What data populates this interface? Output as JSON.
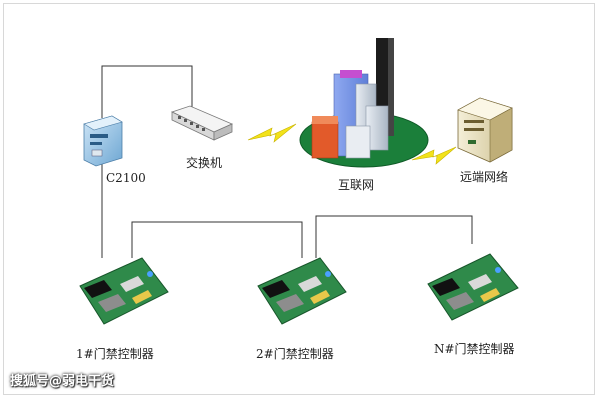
{
  "labels": {
    "converter": "C2100",
    "switch": "交换机",
    "internet": "互联网",
    "remote": "远端网络",
    "controller1": "1#门禁控制器",
    "controller2": "2#门禁控制器",
    "controllerN": "N#门禁控制器"
  },
  "watermark": "搜狐号@弱电干货",
  "colors": {
    "background": "#ffffff",
    "wire": "#333333",
    "lightning": "#f2e21a",
    "ground": "#1b7f3a",
    "pcb": "#2f8a4a",
    "device": "#7fb2d9"
  }
}
